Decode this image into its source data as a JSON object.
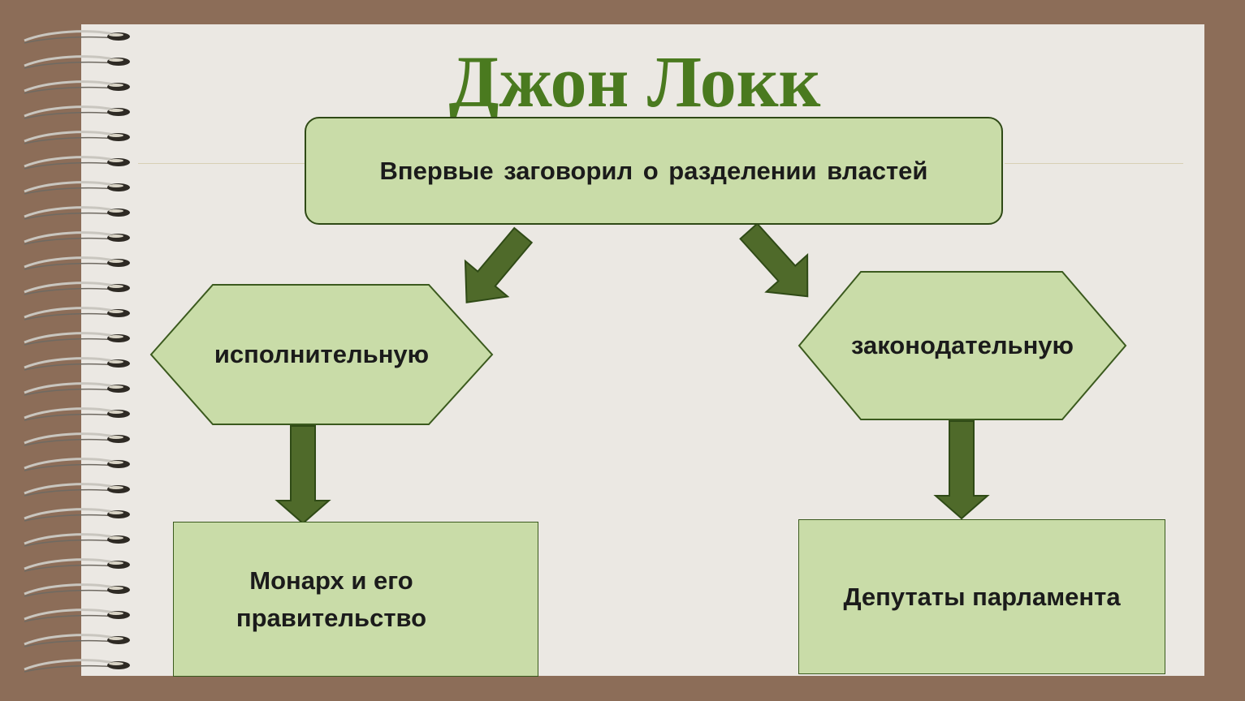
{
  "title": "Джон Локк",
  "root": {
    "text": "Впервые заговорил о  разделении властей"
  },
  "branches": [
    {
      "label": "исполнительную",
      "holder_line1": "Монарх и его",
      "holder_line2": "правительство"
    },
    {
      "label": "законодательную",
      "holder": "Депутаты парламента"
    }
  ],
  "colors": {
    "background": "#8c6d58",
    "paper": "#ebe8e3",
    "title": "#4a7a1f",
    "box_fill": "#c9dca8",
    "arrow": "#4f6a2a"
  }
}
